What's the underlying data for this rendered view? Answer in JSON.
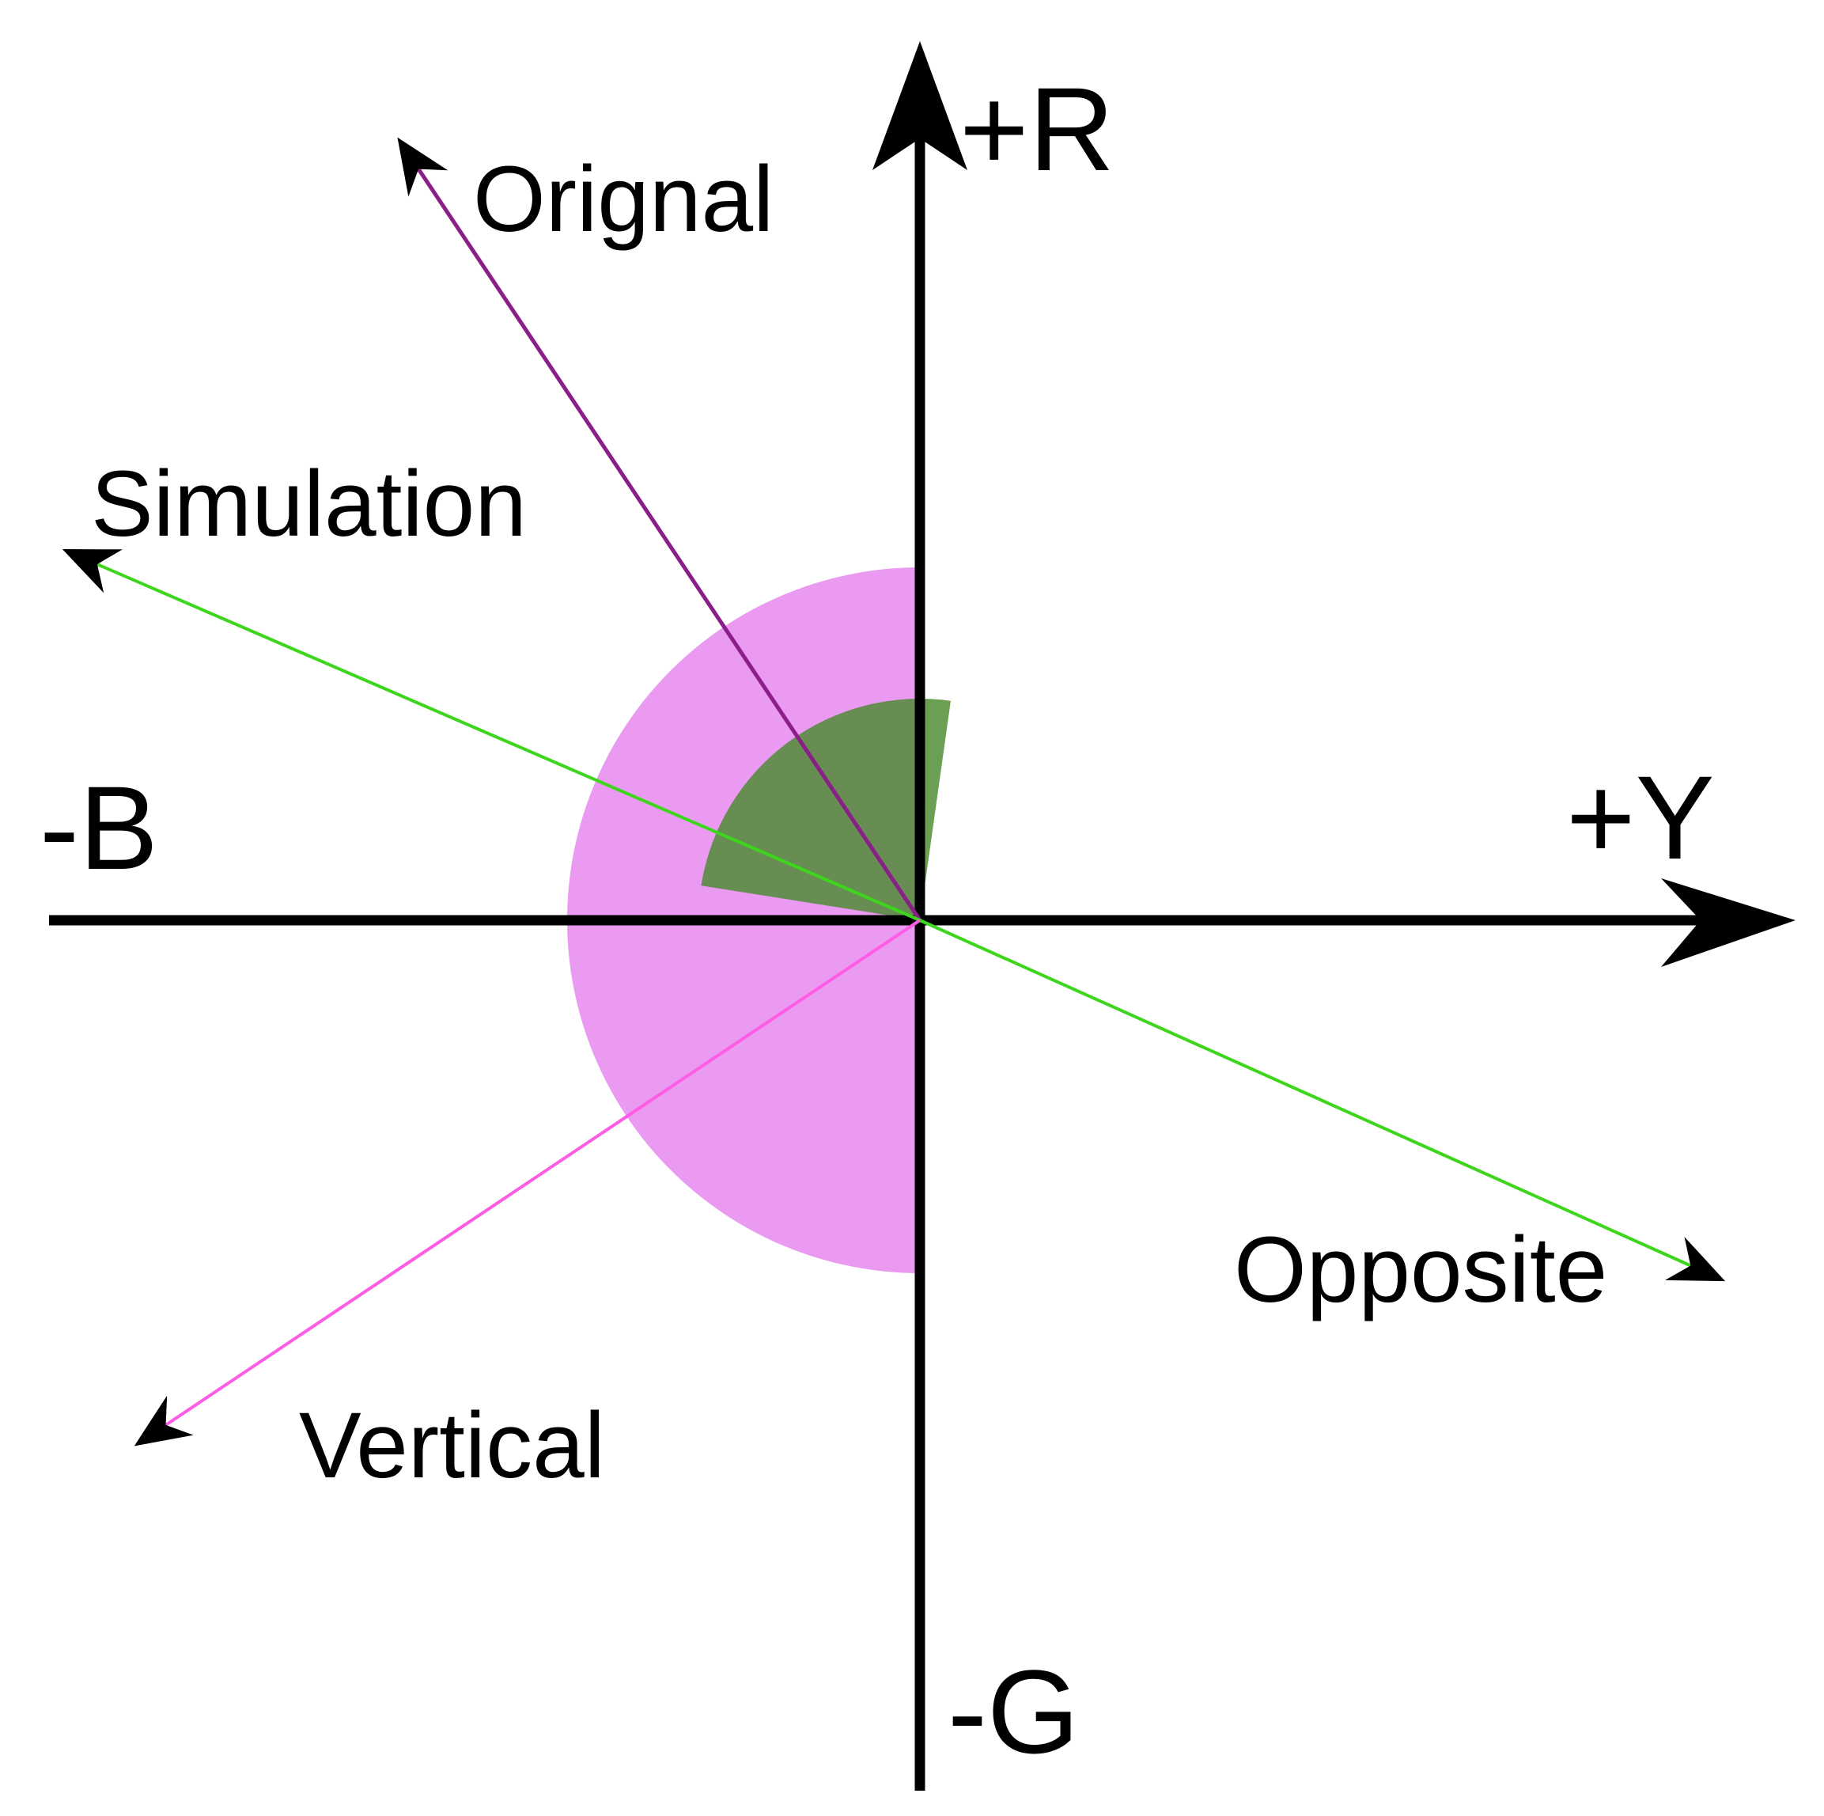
{
  "colors": {
    "background": "#ffffff",
    "axis": "#000000",
    "original_vector": "#8a1f8a",
    "simulation_vector": "#3dd61c",
    "vertical_vector": "#ff5ce6",
    "opposite_vector": "#3dd61c",
    "outer_sector": "#e88ff0",
    "inner_sector": "#4a8a2e"
  },
  "axes": {
    "pos_r": "+R",
    "neg_g": "-G",
    "neg_b": "-B",
    "pos_y": "+Y"
  },
  "vectors": {
    "original": "Orignal",
    "simulation": "Simulation",
    "vertical": "Vertical",
    "opposite": "Opposite"
  },
  "icons": {
    "arrowhead": "arrowhead-icon"
  }
}
